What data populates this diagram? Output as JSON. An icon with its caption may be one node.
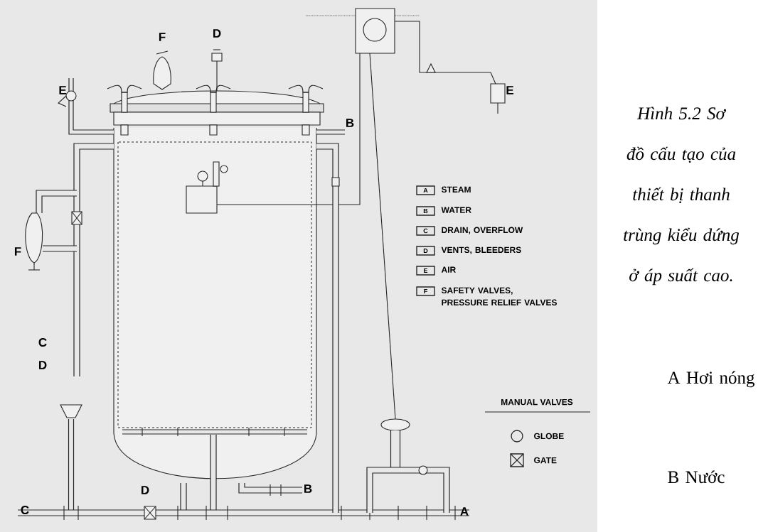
{
  "diagram": {
    "caption": "Hình 5.2 Sơ đồ cấu tạo của thiết bị thanh trùng kiểu dứng ở áp suất cao.",
    "labels": [
      "E",
      "F",
      "D",
      "E",
      "B",
      "F",
      "C",
      "D",
      "D",
      "B",
      "C",
      "A",
      "A",
      "B",
      "C",
      "D",
      "E",
      "F",
      "MANUAL VALVES",
      "A Hơi nóng",
      "B Nước"
    ],
    "legend": [
      {
        "text": "STEAM"
      },
      {
        "text": "WATER"
      },
      {
        "text": "DRAIN, OVERFLOW"
      },
      {
        "text": "VENTS, BLEEDERS"
      },
      {
        "text": "AIR"
      },
      {
        "text": "SAFETY VALVES, PRESSURE RELIEF VALVES"
      },
      {
        "text": "GLOBE"
      },
      {
        "text": "GATE"
      }
    ]
  }
}
